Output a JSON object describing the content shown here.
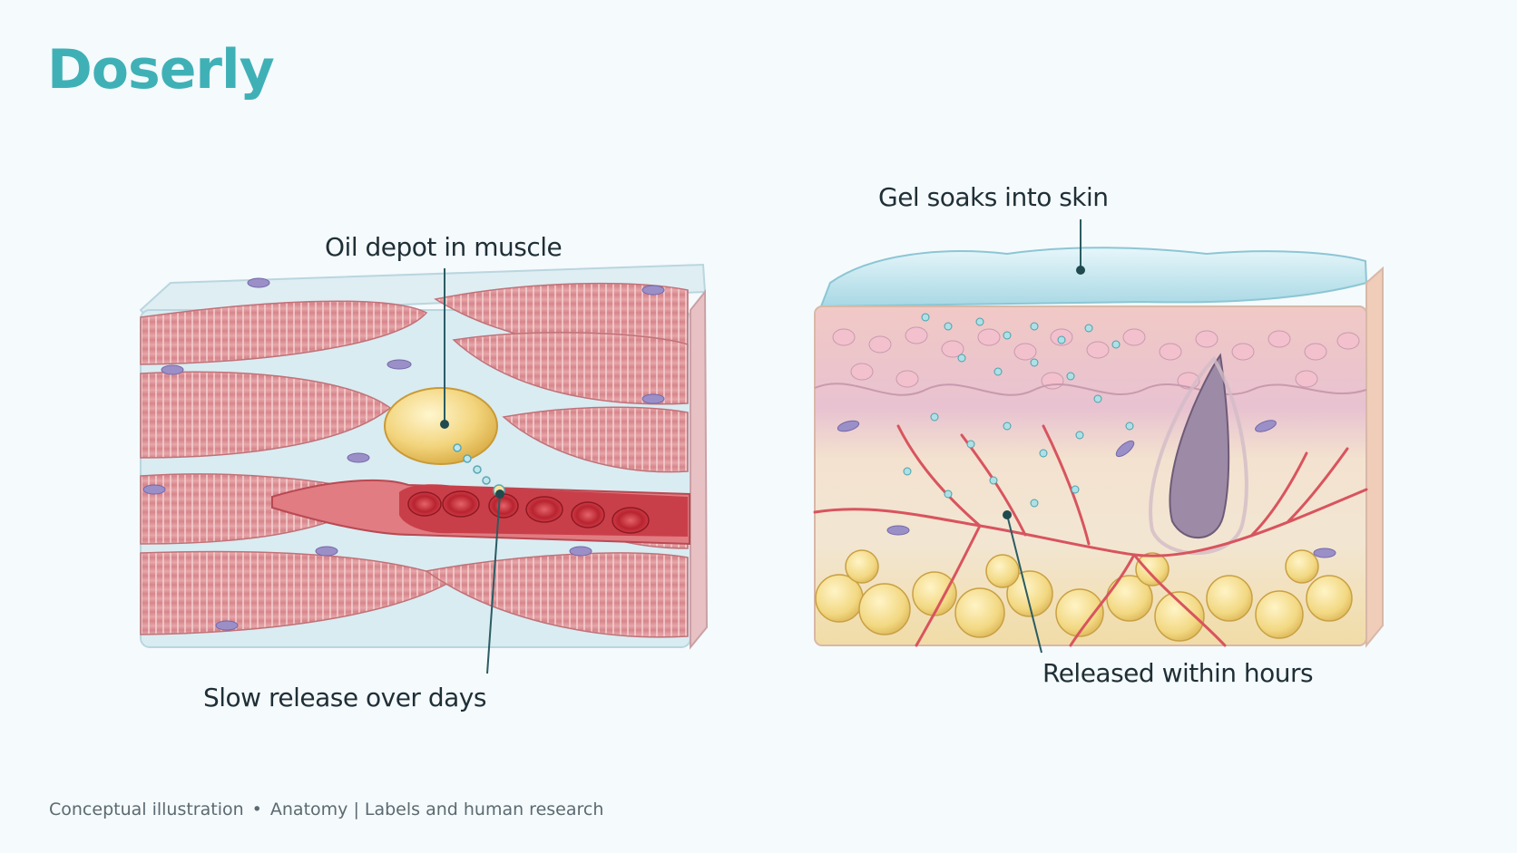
{
  "brand": {
    "name": "Doserly",
    "color": "#3fb1b6"
  },
  "left_panel": {
    "tissue": "muscle",
    "callouts": {
      "top": "Oil depot in muscle",
      "bottom": "Slow release over days"
    }
  },
  "right_panel": {
    "tissue": "skin",
    "callouts": {
      "top": "Gel soaks into skin",
      "bottom": "Released within hours"
    }
  },
  "footer": {
    "part1": "Conceptual illustration",
    "separator": "•",
    "part2": "Anatomy | Labels and human research"
  },
  "colors": {
    "background": "#f5fafd",
    "muscle": "#d98b90",
    "oil": "#f0d27a",
    "gel": "#bfe3ec",
    "fat": "#f3dc8d",
    "vessel": "#d8545e",
    "callout_line": "#2b5c63"
  }
}
